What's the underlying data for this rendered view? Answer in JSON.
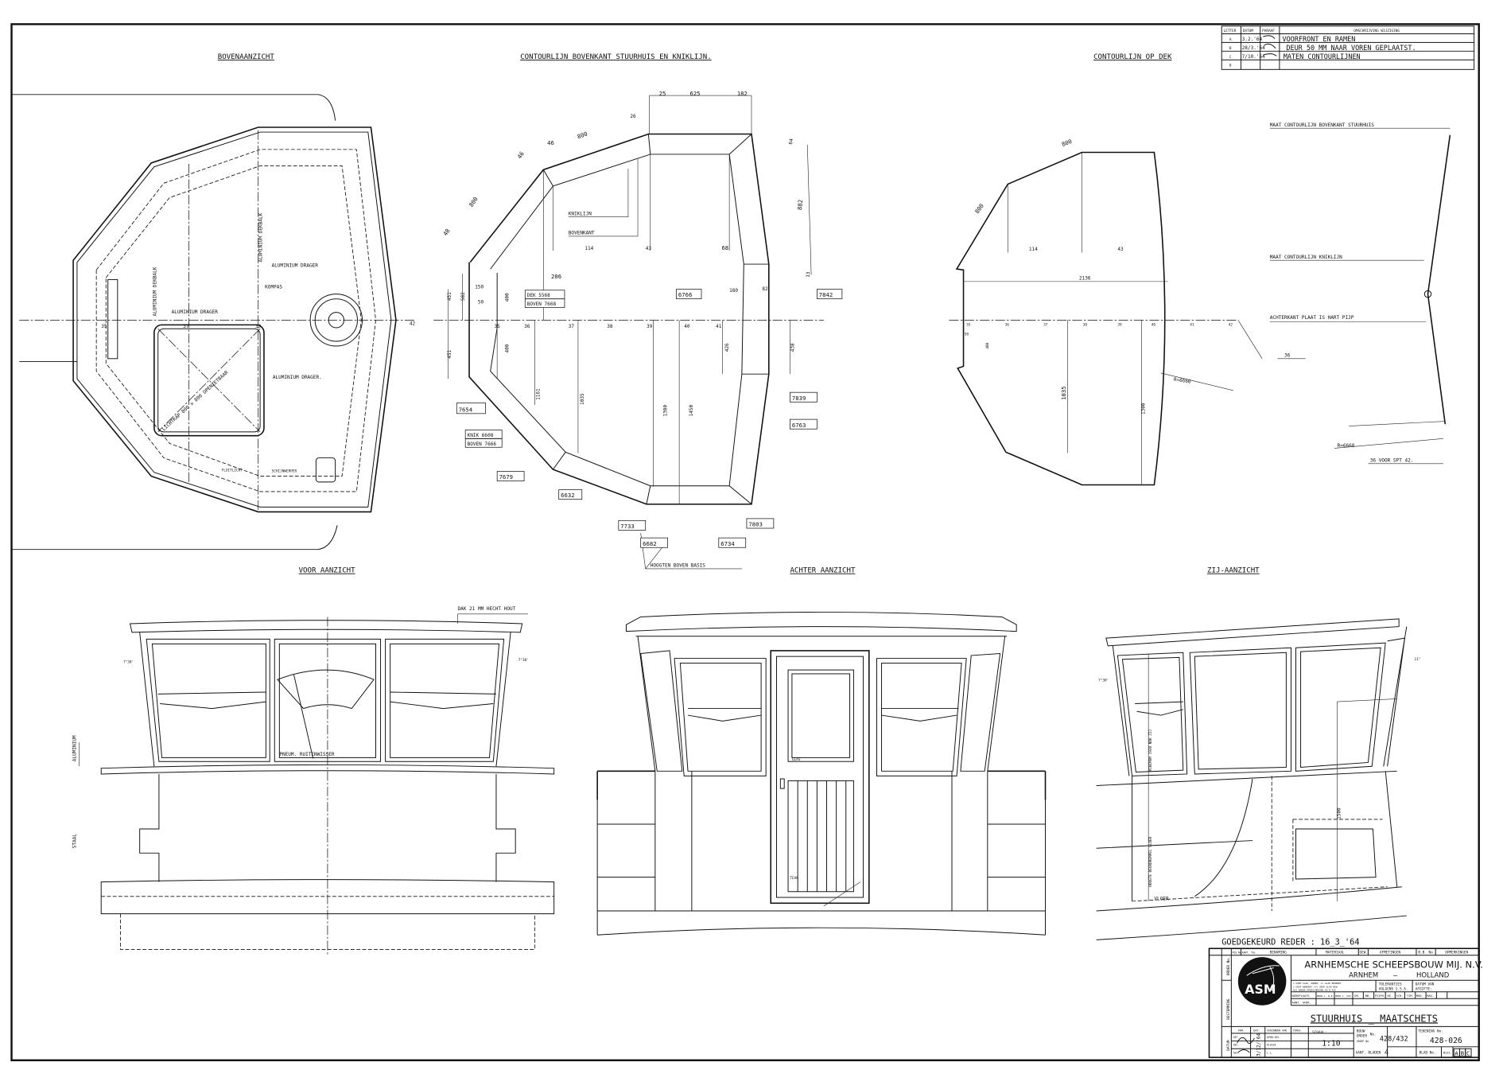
{
  "views": {
    "top": "BOVENAANZICHT",
    "contour_top": "CONTOURLIJN BOVENKANT STUURHUIS EN KNIKLIJN.",
    "contour_deck": "CONTOURLIJN OP DEK",
    "front": "VOOR AANZICHT",
    "rear": "ACHTER AANZICHT",
    "side": "ZIJ-AANZICHT"
  },
  "plan_labels": [
    "ALUMINIUM DEKBALK",
    "ALUMINIUM DEKBALK",
    "ALUMINIUM DRAGER",
    "ALUMINIUM DRAGER",
    "KOMPAS",
    "ALUMINIUM DRAGER.",
    "LICHTKAP 800 x 800 OPENZETBAAR",
    "FLUITLICHT",
    "SCHIJNWERPER",
    "35",
    "37",
    "39",
    "42"
  ],
  "frames": [
    "35",
    "36",
    "37",
    "38",
    "39",
    "40",
    "41",
    "42"
  ],
  "contour_labels": {
    "kniklijn": "KNIKLIJN",
    "bovenkant": "BOVENKANT",
    "hoogten": "HOOGTEN BOVEN BASIS"
  },
  "contour_dims": [
    "25",
    "625",
    "182",
    "26",
    "800",
    "46",
    "46",
    "800",
    "48",
    "114",
    "206",
    "43",
    "68",
    "64",
    "882",
    "13",
    "180",
    "82",
    "451",
    "582",
    "150",
    "50",
    "400",
    "451",
    "400",
    "1161",
    "1035",
    "1300",
    "1450",
    "426",
    "438"
  ],
  "heights": [
    "DEK 5568",
    "BOVEN 7668",
    "6766",
    "7842",
    "7654",
    "KNIK 6608",
    "BOVEN 7666",
    "7679",
    "6632",
    "7839",
    "6763",
    "7733",
    "6682",
    "6734",
    "7803"
  ],
  "deck_dims": [
    "800",
    "800",
    "114",
    "43",
    "2136",
    "50",
    "400",
    "1035",
    "1300",
    "R=6660"
  ],
  "profile_labels": [
    "MAAT CONTOURLIJN BOVENKANT STUURHUIS",
    "MAAT CONTOURLIJN KNIKLIJN",
    "ACHTERKANT PLAAT IS HART PIJP",
    "36",
    "R=6660",
    "36 VOOR SPT 42."
  ],
  "front_labels": [
    "DAK 21 MM HECHT HOUT",
    "PNEUM. RUITENWISSER",
    "ALUMINIUM",
    "STAAL",
    "7°30'",
    "7°30'"
  ],
  "rear_labels": [
    "GLAS",
    "TEAK"
  ],
  "side_labels": [
    "MINIMUM 1920 NOK ZIJ",
    "HOOGTE DEURDREMPEL VLOER",
    "VLOER",
    "1500",
    "7°30'",
    "11°"
  ],
  "revisions": {
    "headers": [
      "LETTER",
      "DATUM",
      "PARAAF",
      "OMSCHRIJVING WIJZIGING"
    ],
    "rows": [
      {
        "letter": "A",
        "date": "3.2.'64",
        "description": "VOORFRONT EN RAMEN"
      },
      {
        "letter": "B",
        "date": "28/3.'64",
        "description": "DEUR 50 MM NAAR VOREN GEPLAATST."
      },
      {
        "letter": "C",
        "date": "7/10.'64",
        "description": "MATEN CONTOURLIJNEN"
      },
      {
        "letter": "D",
        "date": "",
        "description": ""
      }
    ]
  },
  "title_block": {
    "approval": "GOEDGEKEURD REDER : 16_3_'64",
    "headers": [
      "POS No.",
      "AANT. TAL",
      "BENAMING",
      "MATERIAAL",
      "GEW.",
      "AFMETINGEN",
      "B.B. No.",
      "OPMERKINGEN"
    ],
    "side_labels": [
      "ORDER No.",
      "BESTEMMING",
      "DATUM"
    ],
    "logo": "ASM",
    "company": "ARNHEMSCHE SCHEEPSBOUW MIJ. N.V.",
    "city": "ARNHEM",
    "dash": "—",
    "country": "HOLLAND",
    "finish_legend": [
      "▽ GOED GLAD, ONBEW.  ▽▽ GLAD BEWERKT",
      "▽ GROF BEWERKT  ▽▽▽ ZEER GLAD BEW.",
      "ALS NADER OPGESCHREVEN IN N 425"
    ],
    "tolerances": [
      "TOLERANTIES",
      "VOLGENS I.S.A."
    ],
    "issue_date": [
      "DATUM VAN",
      "AFGIFTE:"
    ],
    "workshop": [
      "WERKPLAATS",
      "BEDR.L. W.B.",
      "BEDR.L. SCH.",
      "DR.",
      "BW.",
      "PIJPH.",
      "KE.",
      "SCH.",
      "TIM.",
      "MOD.",
      "MAG."
    ],
    "copies": "AANT. AFDR.",
    "drawing_title": "STUURHUIS _ MAATSCHETS",
    "sign_headers": [
      "PAR.",
      "DAT.",
      "VERZONDEN AAN",
      "TERUG"
    ],
    "sign_rows": [
      "GET.",
      "GEC.",
      "GEZ."
    ],
    "sign_date": "3/12/'64",
    "sent_rows": [
      "OPDR.GEV.",
      "KLASSE",
      "L.L."
    ],
    "scale_label": "SCHAAL:",
    "scale": "1:10",
    "order_label": [
      "BOUW",
      "ORDER",
      "No.",
      "GROEP No"
    ],
    "order_no": "428/432",
    "drawing_no_label": "TEKENING No.",
    "drawing_no": "428-026",
    "sheets_label": "AANT. BLADEN",
    "sheets": "4",
    "sheet_no_label": "BLAD No.",
    "revision_label": "WIJZ.",
    "revision_letters": [
      "A",
      "B",
      "C"
    ]
  }
}
